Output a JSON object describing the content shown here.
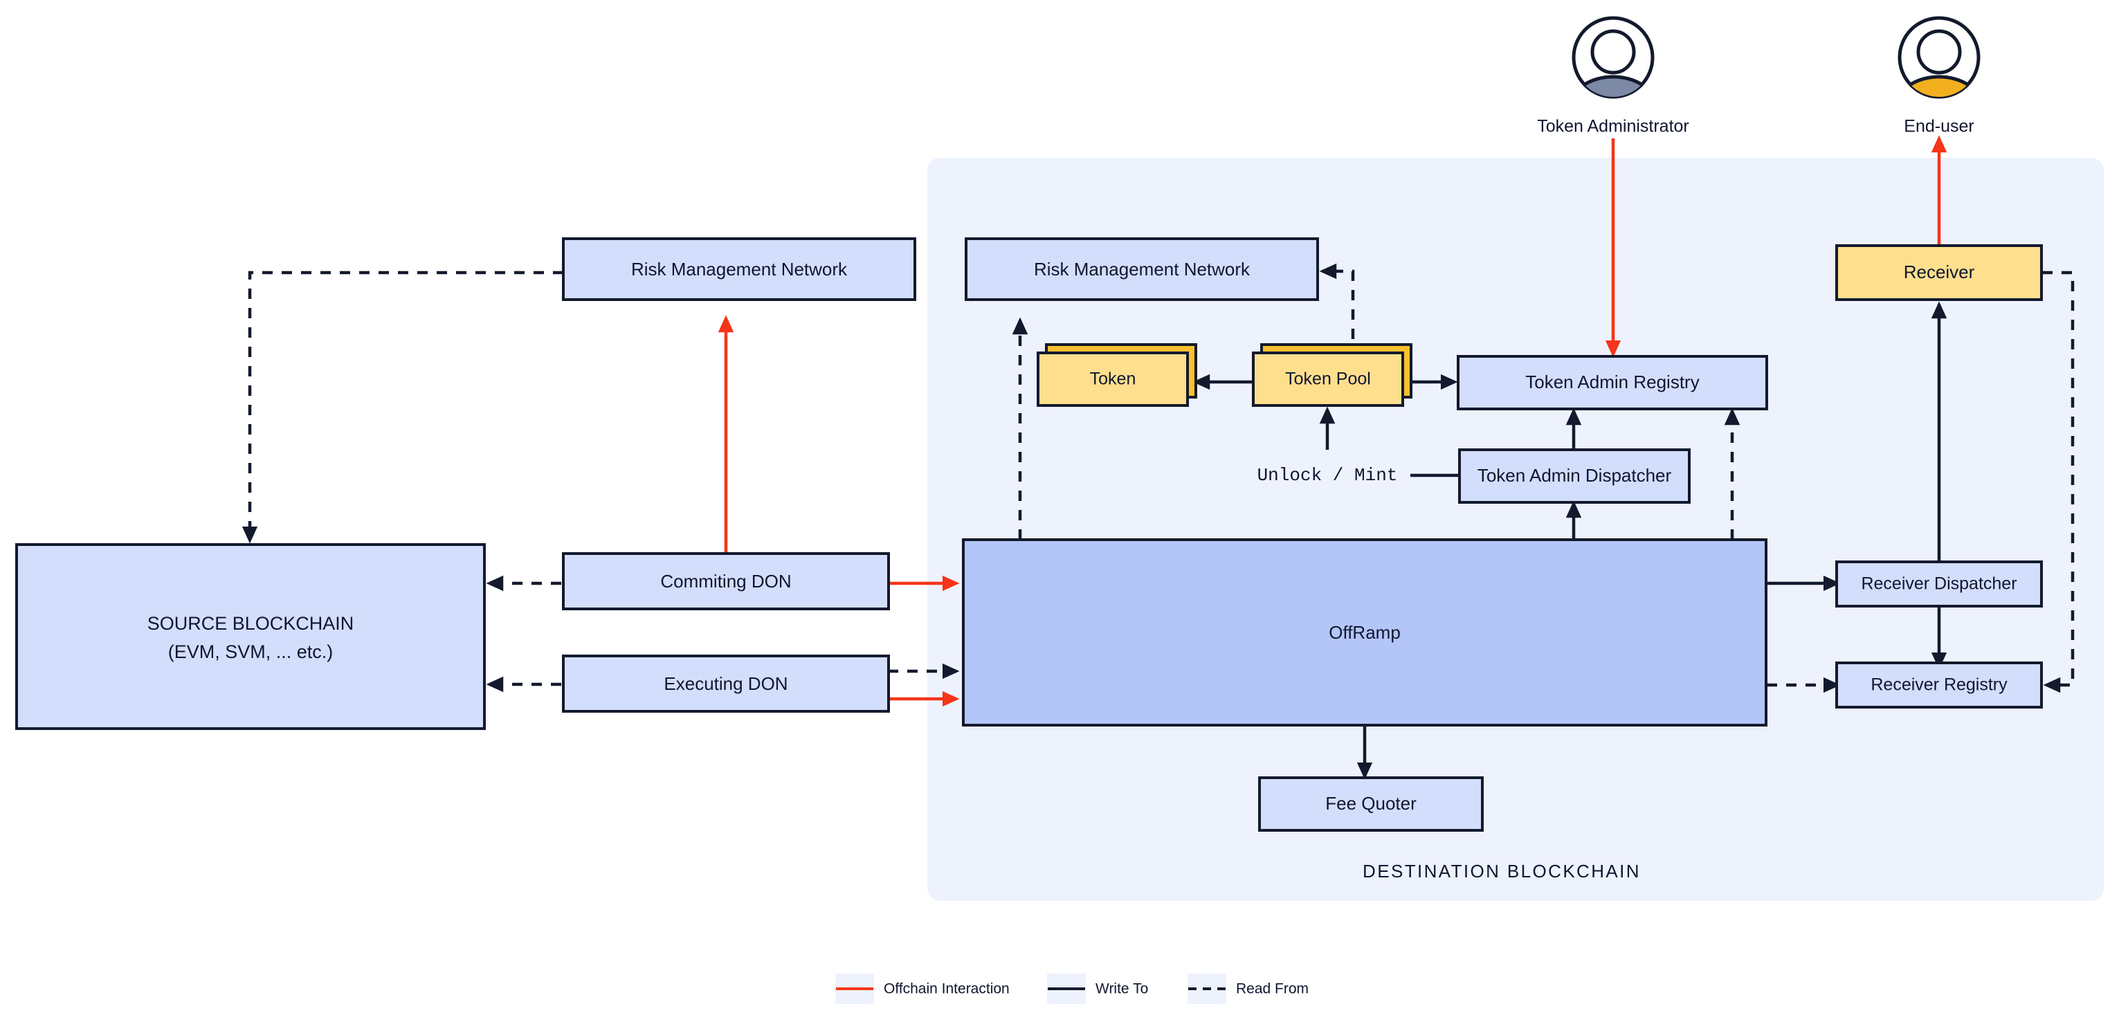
{
  "zones": {
    "source": {
      "line1": "SOURCE BLOCKCHAIN",
      "line2": "(EVM, SVM, ... etc.)"
    },
    "destination": {
      "label": "DESTINATION BLOCKCHAIN"
    }
  },
  "actors": [
    {
      "name": "Token Administrator",
      "shoulder_color": "#7d8aa5"
    },
    {
      "name": "End-user",
      "shoulder_color": "#f2b01e"
    }
  ],
  "nodes": {
    "rmn_source": "Risk Management Network",
    "rmn_dest": "Risk Management Network",
    "commiting_don": "Commiting DON",
    "executing_don": "Executing DON",
    "token": "Token",
    "token_pool": "Token Pool",
    "token_admin_registry": "Token Admin Registry",
    "token_admin_dispatcher": "Token Admin Dispatcher",
    "offramp": "OffRamp",
    "fee_quoter": "Fee Quoter",
    "receiver": "Receiver",
    "receiver_dispatcher": "Receiver Dispatcher",
    "receiver_registry": "Receiver Registry"
  },
  "edge_labels": {
    "unlock_mint": "Unlock / Mint"
  },
  "legend": [
    {
      "label": "Offchain Interaction",
      "style": "solid",
      "color": "#f4351a"
    },
    {
      "label": "Write To",
      "style": "solid",
      "color": "#141a2e"
    },
    {
      "label": "Read From",
      "style": "dashed",
      "color": "#141a2e"
    }
  ],
  "colors": {
    "offchain": "#f4351a",
    "write": "#141a2e",
    "read": "#141a2e",
    "node_blue": "#d3ddfc",
    "node_blue_strong": "#b4c6f7",
    "node_yellow": "#fedf8e",
    "zone_bg": "#eef2fd"
  }
}
